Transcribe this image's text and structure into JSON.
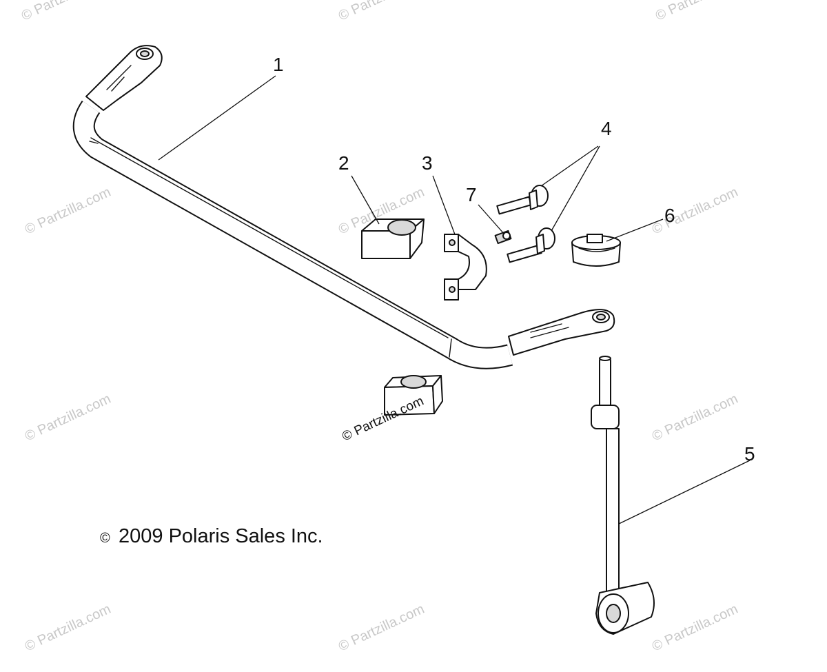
{
  "copyright": "2009 Polaris Sales Inc.",
  "copyright_symbol": "©",
  "watermark": "© Partzilla.com",
  "callouts": {
    "c1": "1",
    "c2": "2",
    "c3": "3",
    "c4": "4",
    "c5": "5",
    "c6": "6",
    "c7": "7"
  }
}
